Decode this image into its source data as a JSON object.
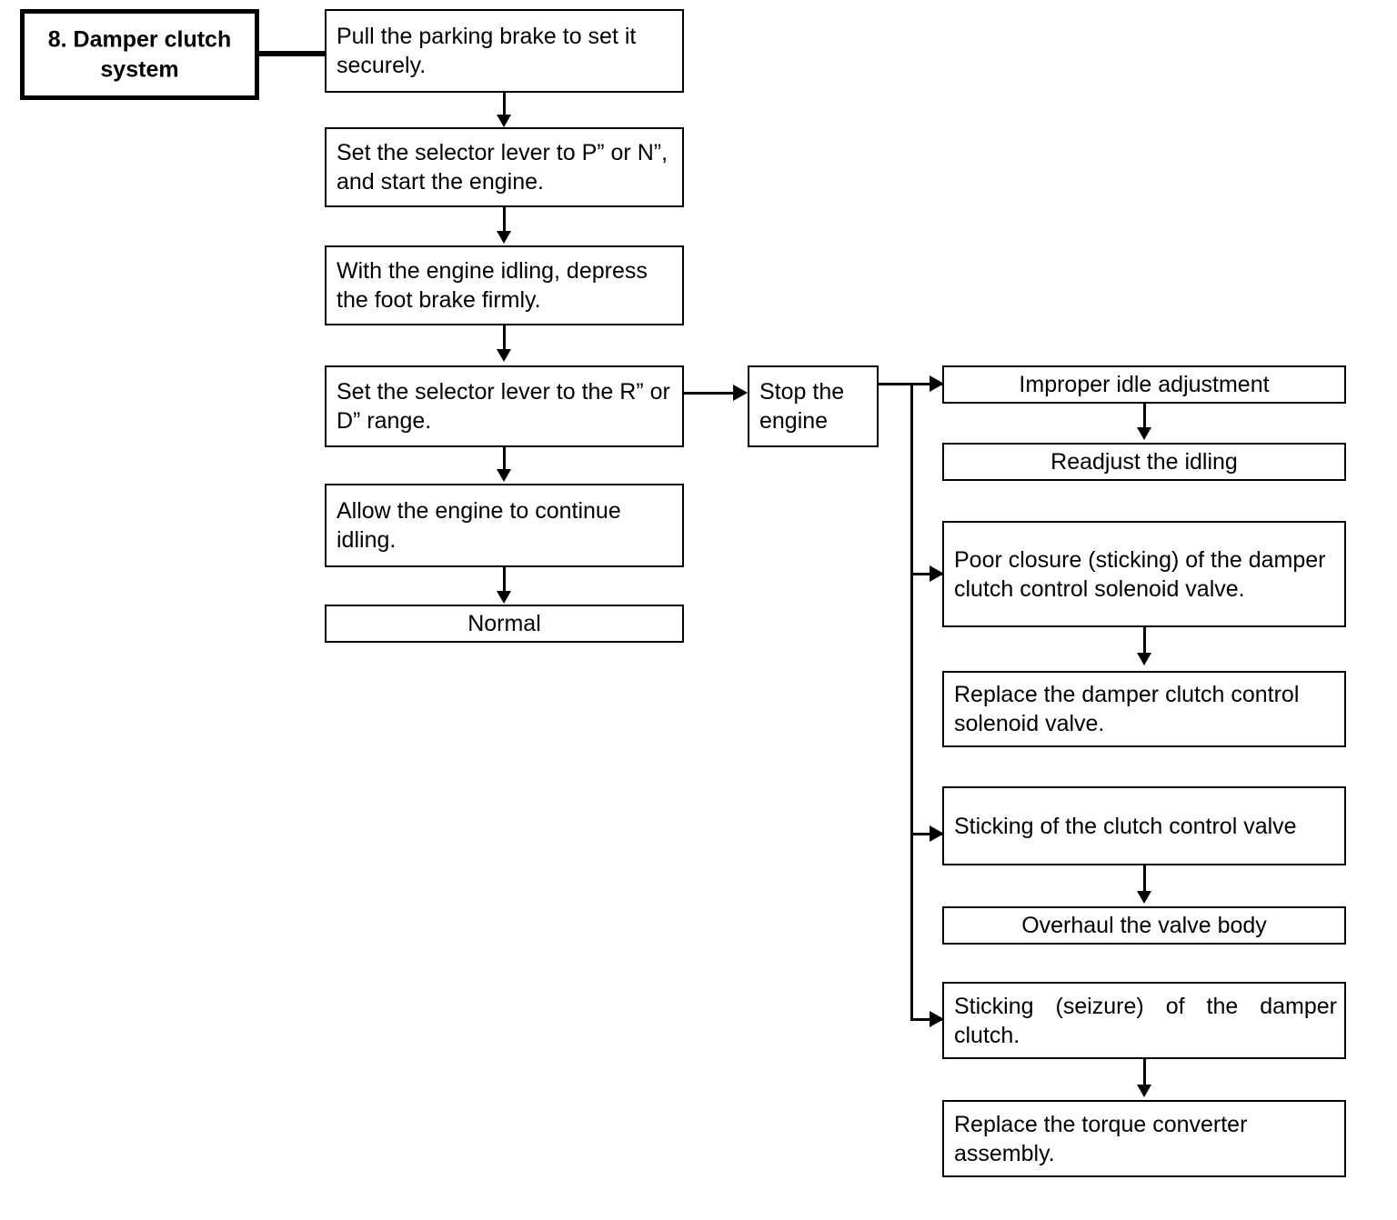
{
  "diagram": {
    "title_box": {
      "label": "8. Damper clutch system",
      "line1": "8. Damper clutch",
      "line2": "system"
    },
    "main_sequence": [
      {
        "id": "pull-parking-brake",
        "label": "Pull the parking brake to set it securely."
      },
      {
        "id": "set-lever-p-n",
        "label": "Set the selector lever to P” or N”, and start the engine."
      },
      {
        "id": "engine-idling-foot-brake",
        "label": "With the engine idling, depress the foot brake firmly."
      },
      {
        "id": "set-lever-r-d",
        "label": "Set the selector lever to the R” or D” range."
      },
      {
        "id": "allow-engine-idling",
        "label": "Allow the engine to continue idling."
      },
      {
        "id": "normal",
        "label": "Normal"
      }
    ],
    "branch_node": {
      "id": "stop-the-engine",
      "label": "Stop the engine"
    },
    "fault_branches": [
      {
        "cause": {
          "id": "improper-idle-adjustment",
          "label": "Improper idle adjustment"
        },
        "remedy": {
          "id": "readjust-the-idling",
          "label": "Readjust the idling"
        }
      },
      {
        "cause": {
          "id": "poor-closure-solenoid-valve",
          "label": "Poor closure (sticking) of the damper clutch control solenoid  valve."
        },
        "remedy": {
          "id": "replace-solenoid-valve",
          "label": "Replace the damper clutch control solenoid valve."
        }
      },
      {
        "cause": {
          "id": "sticking-clutch-control-valve",
          "label": "Sticking of the clutch control valve"
        },
        "remedy": {
          "id": "overhaul-valve-body",
          "label": "Overhaul the valve body"
        }
      },
      {
        "cause": {
          "id": "sticking-seizure-damper-clutch",
          "label": "Sticking (seizure) of the damper clutch."
        },
        "remedy": {
          "id": "replace-torque-converter",
          "label": "Replace the torque converter assembly."
        }
      }
    ],
    "colors": {
      "ink": "#000000",
      "paper": "#ffffff"
    }
  }
}
